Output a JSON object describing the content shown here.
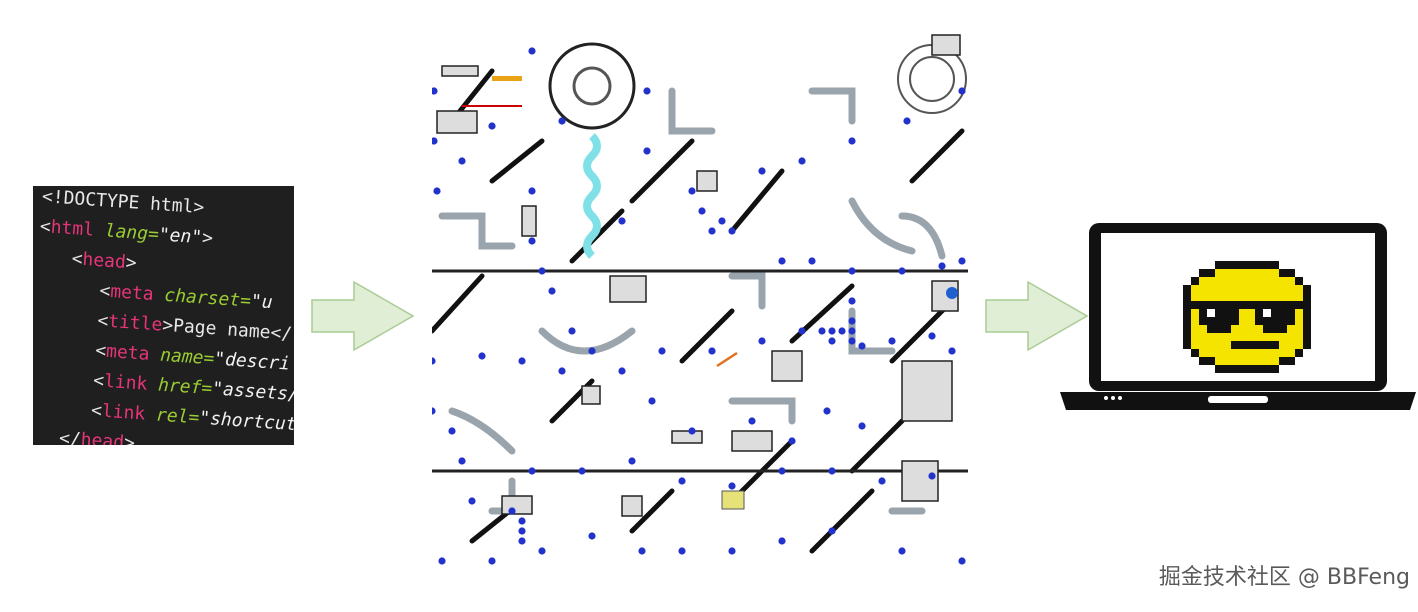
{
  "code_snippet": {
    "lines": [
      {
        "open": "<",
        "tag": "!DOCTYPE",
        "rest": " html>"
      },
      {
        "open": "<",
        "tag": "html",
        "attr": " lang=",
        "str": "\"en\"",
        "close": ">"
      },
      {
        "open": "<",
        "tag": "head",
        "close": ">"
      },
      {
        "open": "<",
        "tag": "meta",
        "attr": " charset=",
        "str": "\"u"
      },
      {
        "open": "<",
        "tag": "title",
        "close": ">",
        "text": "Page name</"
      },
      {
        "open": "<",
        "tag": "meta",
        "attr": " name=",
        "str": "\"descri"
      },
      {
        "open": "<",
        "tag": "link",
        "attr": " href=",
        "str": "\"assets/"
      },
      {
        "open": "<",
        "tag": "link",
        "attr": " rel=",
        "str": "\"shortcut"
      },
      {
        "open": "</",
        "tag": "head",
        "close": ">"
      }
    ]
  },
  "colors": {
    "arrow_fill": "#dfeed5",
    "arrow_stroke": "#a9cc94",
    "smiley": "#f5e400",
    "laptop": "#111111",
    "circuit_dots": "#2233cc"
  },
  "icons": {
    "left_arrow": "arrow-right-icon",
    "right_arrow": "arrow-right-icon",
    "smiley": "sunglasses-smiley-icon",
    "laptop": "laptop-icon"
  },
  "watermark": "掘金技术社区 @ BBFeng"
}
